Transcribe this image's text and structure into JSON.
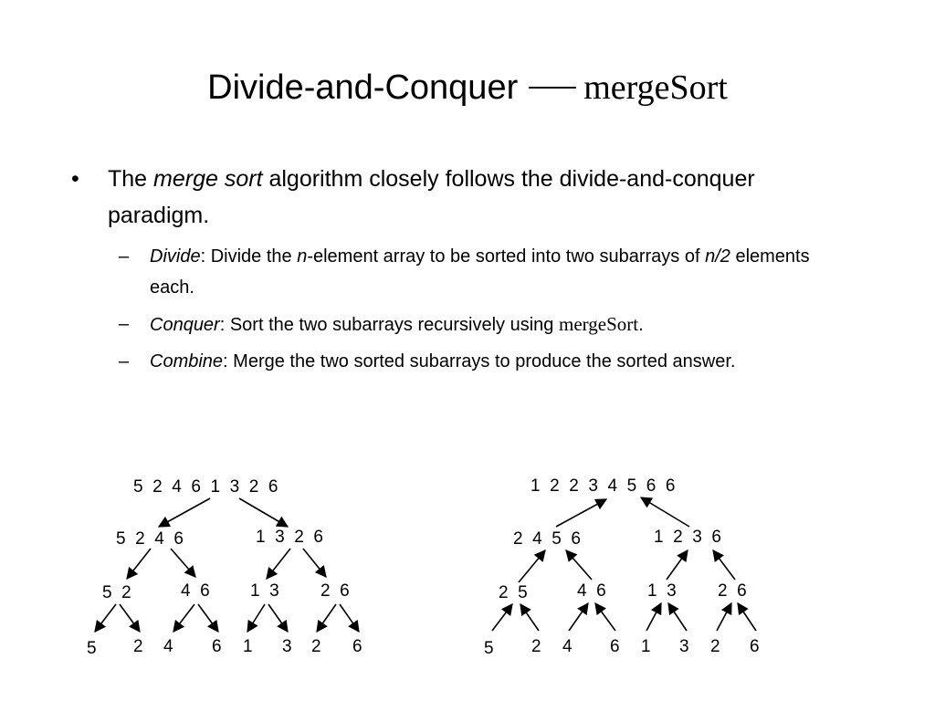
{
  "title": {
    "text": "Divide-and-Conquer",
    "code": "mergeSort"
  },
  "bullet": {
    "pre": "The ",
    "em": "merge sort",
    "post": " algorithm closely follows the divide-and-conquer paradigm."
  },
  "subitems": {
    "divide": {
      "label": "Divide",
      "t1": ": Divide the ",
      "n": "n",
      "t2": "-element array to be sorted into two subarrays of ",
      "n2": "n/2",
      "t3": " elements each."
    },
    "conquer": {
      "label": "Conquer",
      "t1": ": Sort the two subarrays recursively using ",
      "code": "mergeSort",
      "t2": "."
    },
    "combine": {
      "label": "Combine",
      "t1": ": Merge the two sorted subarrays to produce the sorted answer."
    }
  },
  "left_tree": {
    "level0": "5  2  4  6  1  3  2  6",
    "level1": [
      "5  2  4  6",
      "1  3  2  6"
    ],
    "level2": [
      "5  2",
      "4  6",
      "1  3",
      "2  6"
    ],
    "level3": [
      "5",
      "2",
      "4",
      "6",
      "1",
      "3",
      "2",
      "6"
    ]
  },
  "right_tree": {
    "level0": "1  2  2  3  4  5  6  6",
    "level1": [
      "2  4  5  6",
      "1  2  3  6"
    ],
    "level2": [
      "2  5",
      "4  6",
      "1  3",
      "2  6"
    ],
    "level3": [
      "5",
      "2",
      "4",
      "6",
      "1",
      "3",
      "2",
      "6"
    ]
  }
}
